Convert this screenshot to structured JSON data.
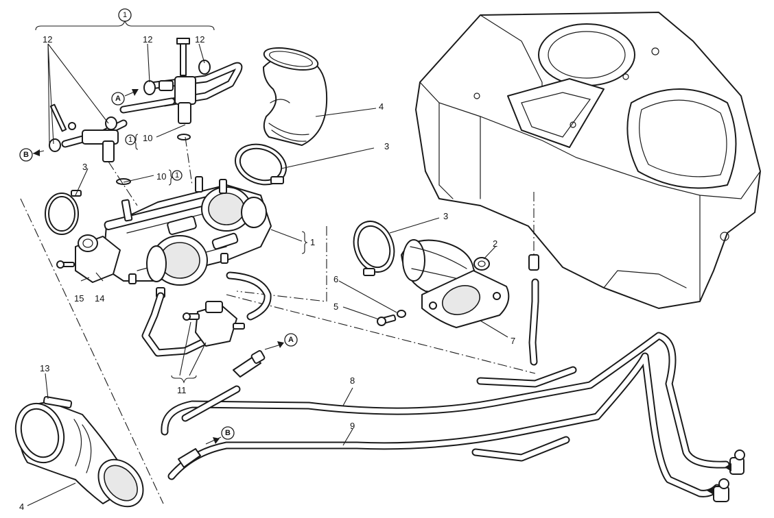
{
  "callouts": {
    "c1": "1",
    "c2": "2",
    "c3a": "3",
    "c3b": "3",
    "c3c": "3",
    "c4a": "4",
    "c4b": "4",
    "c5": "5",
    "c6": "6",
    "c7": "7",
    "c8": "8",
    "c9": "9",
    "c10a": "10",
    "c10b": "10",
    "c11": "11",
    "c12a": "12",
    "c12b": "12",
    "c12c": "12",
    "c13": "13",
    "c14": "14",
    "c15": "15"
  },
  "circled": {
    "group_top": "1",
    "ref_10a": "1",
    "ref_10b": "1"
  },
  "refs": {
    "A1": "A",
    "A2": "A",
    "B1": "B",
    "B2": "B"
  }
}
